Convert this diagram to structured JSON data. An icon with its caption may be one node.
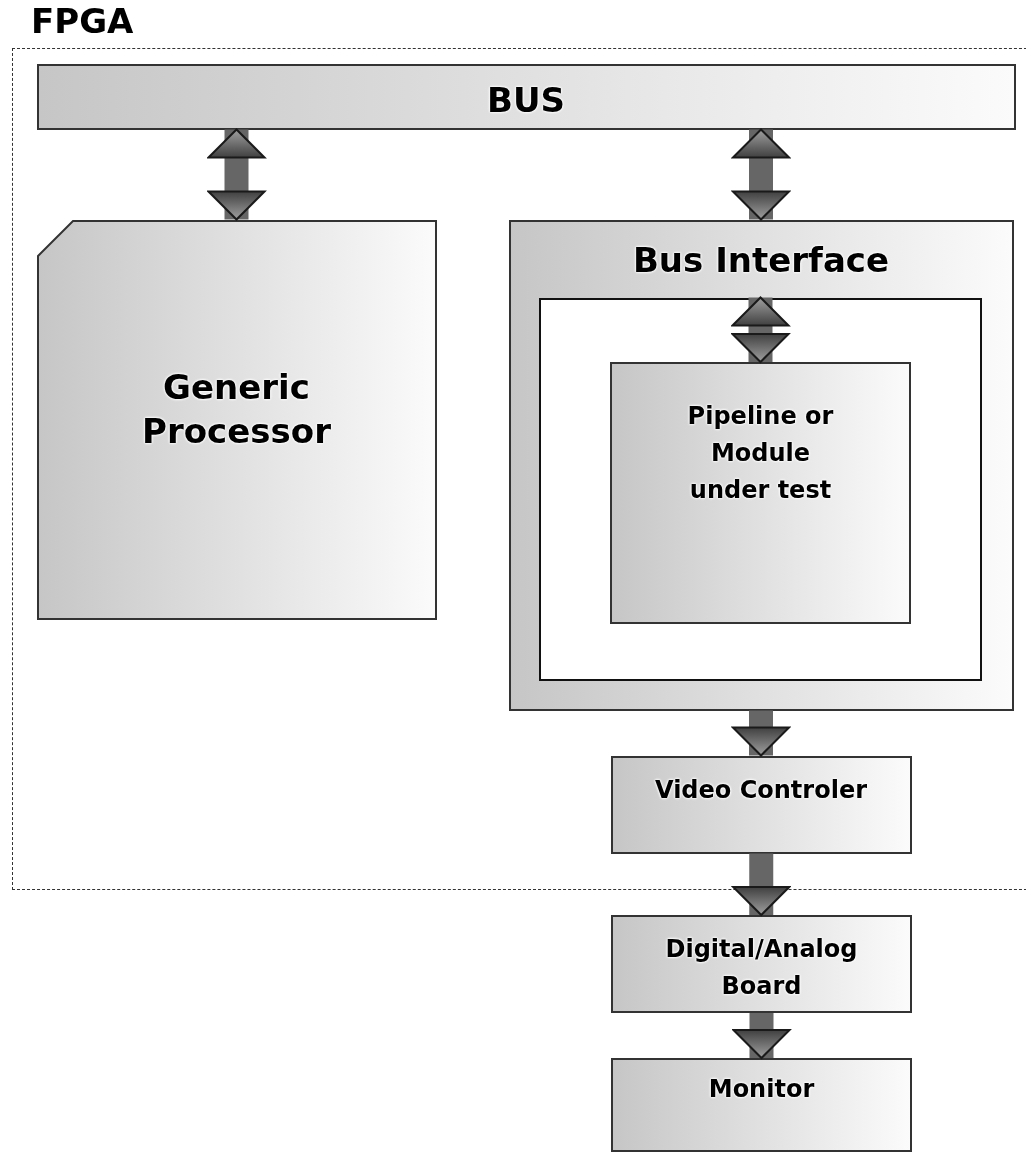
{
  "diagram": {
    "nodes": [
      {
        "text": [
          "FPGA"
        ]
      },
      {
        "text": [
          "BUS"
        ],
        "in": 0
      },
      {
        "text": [
          "Generic Processor"
        ],
        "in": 0
      },
      {
        "text": [
          "Bus Interface"
        ],
        "in": 0
      },
      {
        "text": [],
        "shape": "box",
        "in": 3
      },
      {
        "text": [
          "Pipeline or Module under test"
        ],
        "in": 4
      },
      {
        "text": [
          "Video Controler"
        ],
        "in": 0
      },
      {
        "text": [
          "Digital/Analog Board"
        ]
      },
      {
        "text": [
          "Monitor"
        ]
      }
    ],
    "edges": [
      {
        "from": 1,
        "to": 2,
        "arrow": "both"
      },
      {
        "from": 1,
        "to": 3,
        "arrow": "both"
      },
      {
        "from": 4,
        "to": 5,
        "arrow": "both"
      },
      {
        "from": 3,
        "to": 6,
        "arrow": "to"
      },
      {
        "from": 6,
        "to": 7,
        "arrow": "to"
      },
      {
        "from": 7,
        "to": 8,
        "arrow": "to"
      }
    ]
  }
}
